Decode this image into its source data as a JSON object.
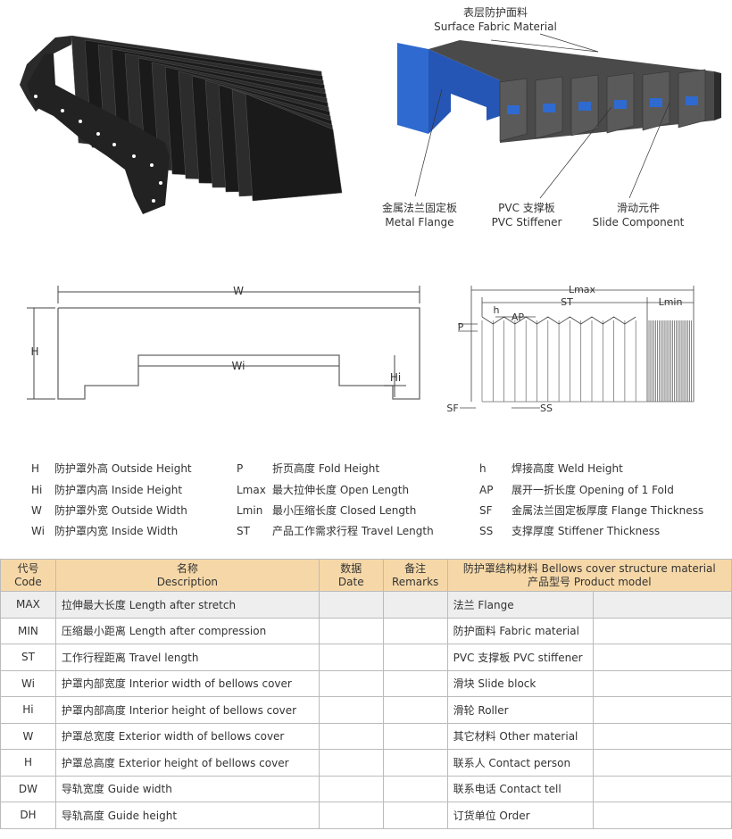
{
  "product_diagram": {
    "surface_fabric_cn": "表层防护面料",
    "surface_fabric_en": "Surface Fabric Material",
    "metal_flange_cn": "金属法兰固定板",
    "metal_flange_en": "Metal Flange",
    "pvc_stiffener_cn": "PVC 支撑板",
    "pvc_stiffener_en": "PVC Stiffener",
    "slide_component_cn": "滑动元件",
    "slide_component_en": "Slide Component"
  },
  "dimension_labels": {
    "W": "W",
    "Wi": "Wi",
    "H": "H",
    "Hi": "Hi",
    "Lmax": "Lmax",
    "ST": "ST",
    "Lmin": "Lmin",
    "h": "h",
    "AP": "AP",
    "P": "P",
    "SF": "SF",
    "SS": "SS"
  },
  "legend": [
    [
      {
        "code": "H",
        "text": "防护罩外高 Outside Height"
      },
      {
        "code": "P",
        "text": "折页高度 Fold Height"
      },
      {
        "code": "h",
        "text": "焊接高度 Weld Height"
      }
    ],
    [
      {
        "code": "Hi",
        "text": "防护罩内高 Inside Height"
      },
      {
        "code": "Lmax",
        "text": "最大拉伸长度 Open Length"
      },
      {
        "code": "AP",
        "text": "展开一折长度 Opening of 1 Fold"
      }
    ],
    [
      {
        "code": "W",
        "text": "防护罩外宽 Outside Width"
      },
      {
        "code": "Lmin",
        "text": "最小压缩长度 Closed Length"
      },
      {
        "code": "SF",
        "text": "金属法兰固定板厚度 Flange Thickness"
      }
    ],
    [
      {
        "code": "Wi",
        "text": "防护罩内宽 Inside Width"
      },
      {
        "code": "ST",
        "text": "产品工作需求行程 Travel Length"
      },
      {
        "code": "SS",
        "text": "支撑厚度 Stiffener Thickness"
      }
    ]
  ],
  "table": {
    "headers": {
      "code_cn": "代号",
      "code_en": "Code",
      "desc_cn": "名称",
      "desc_en": "Description",
      "date_cn": "数据",
      "date_en": "Date",
      "remarks_cn": "备注",
      "remarks_en": "Remarks",
      "material_line1": "防护罩结构材料 Bellows cover structure material",
      "material_line2": "产品型号 Product model"
    },
    "rows": [
      {
        "code": "MAX",
        "desc": "拉伸最大长度 Length after stretch",
        "material": "法兰 Flange"
      },
      {
        "code": "MIN",
        "desc": "压缩最小距离 Length after compression",
        "material": "防护面料 Fabric material"
      },
      {
        "code": "ST",
        "desc": "工作行程距离 Travel length",
        "material": "PVC 支撑板 PVC stiffener"
      },
      {
        "code": "Wi",
        "desc": "护罩内部宽度 Interior width of bellows cover",
        "material": "滑块 Slide block"
      },
      {
        "code": "Hi",
        "desc": "护罩内部高度 Interior height of bellows cover",
        "material": "滑轮 Roller"
      },
      {
        "code": "W",
        "desc": "护罩总宽度 Exterior width of bellows cover",
        "material": "其它材料 Other material"
      },
      {
        "code": "H",
        "desc": "护罩总高度 Exterior height of bellows cover",
        "material": "联系人 Contact person"
      },
      {
        "code": "DW",
        "desc": "导轨宽度 Guide width",
        "material": "联系电话 Contact tell"
      },
      {
        "code": "DH",
        "desc": "导轨高度 Guide height",
        "material": "订货单位 Order"
      }
    ]
  },
  "colors": {
    "header_bg": "#f6d8a8",
    "shade_row": "#eeeeee",
    "flange_blue": "#2f6ad0",
    "bellows_black": "#1c1c1c"
  }
}
